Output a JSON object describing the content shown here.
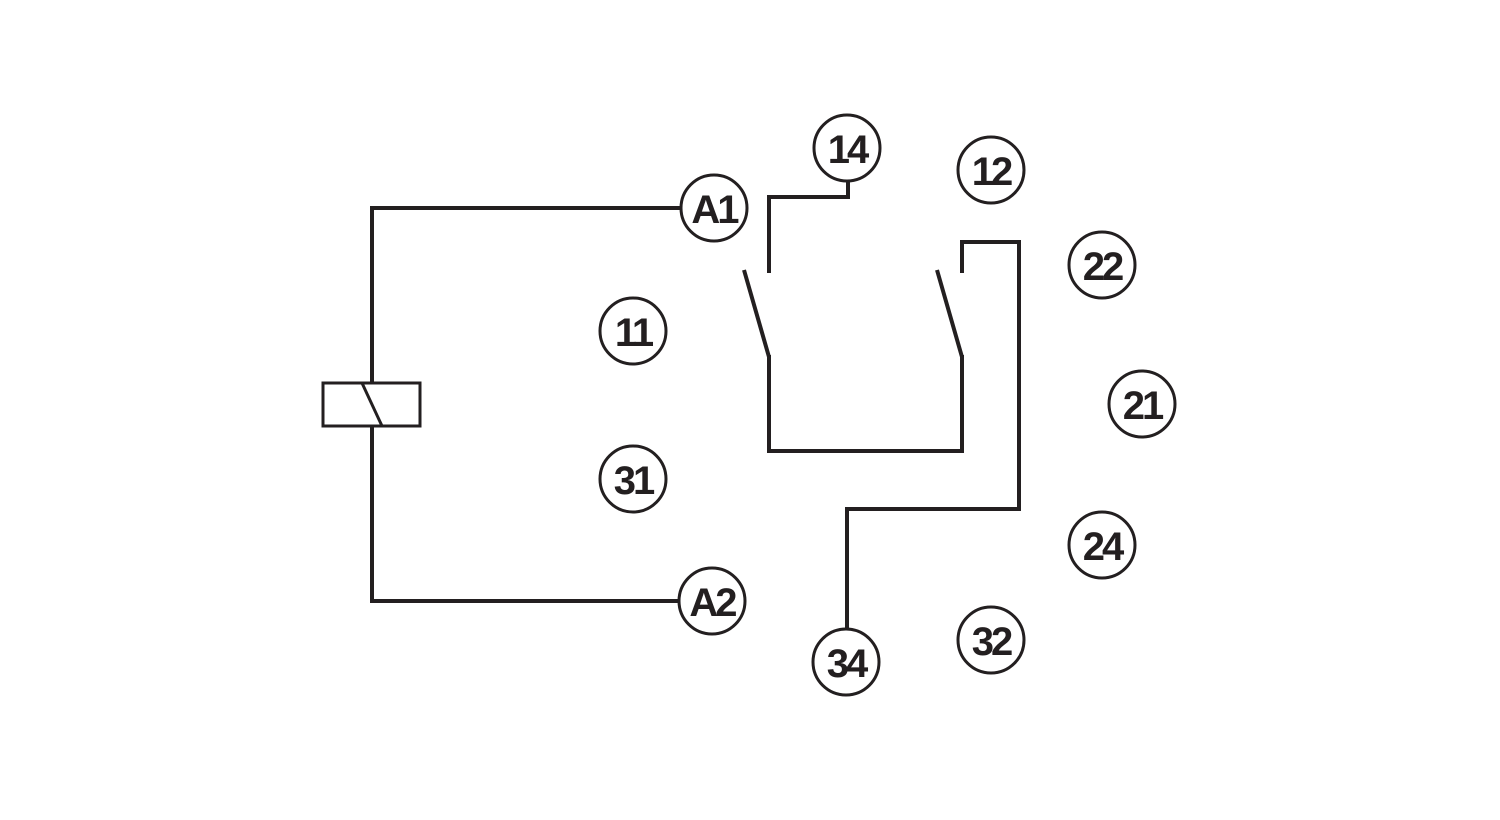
{
  "colors": {
    "line": "#231f20",
    "background": "#ffffff"
  },
  "terminals": {
    "a1": "A1",
    "a2": "A2",
    "t11": "11",
    "t12": "12",
    "t14": "14",
    "t21": "21",
    "t22": "22",
    "t24": "24",
    "t31": "31",
    "t32": "32",
    "t34": "34"
  }
}
